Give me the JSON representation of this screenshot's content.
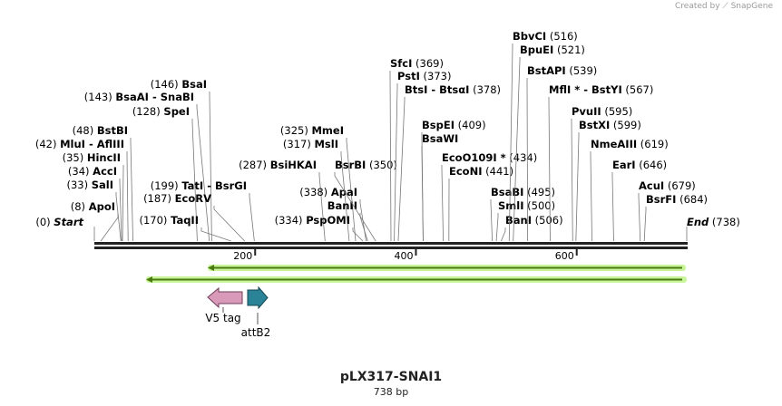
{
  "credit": {
    "prefix": "Created by",
    "brand": "SnapGene"
  },
  "plasmid": {
    "name": "pLX317-SNAI1",
    "length_label": "738 bp"
  },
  "sequence": {
    "start_label": "Start",
    "start_pos": "(0)",
    "end_label": "End",
    "end_pos": "(738)",
    "length": 738
  },
  "ticks": [
    {
      "value": 200,
      "label": "200"
    },
    {
      "value": 400,
      "label": "400"
    },
    {
      "value": 600,
      "label": "600"
    }
  ],
  "sites": [
    {
      "name": "ApoI",
      "pos": 8,
      "pos_label": "(8)"
    },
    {
      "name": "SalI",
      "pos": 33,
      "pos_label": "(33)"
    },
    {
      "name": "AccI",
      "pos": 34,
      "pos_label": "(34)"
    },
    {
      "name": "HincII",
      "pos": 35,
      "pos_label": "(35)"
    },
    {
      "name": "MluI - AflIII",
      "pos": 42,
      "pos_label": "(42)"
    },
    {
      "name": "BstBI",
      "pos": 48,
      "pos_label": "(48)"
    },
    {
      "name": "SpeI",
      "pos": 128,
      "pos_label": "(128)"
    },
    {
      "name": "BsaAI - SnaBI",
      "pos": 143,
      "pos_label": "(143)"
    },
    {
      "name": "BsaI",
      "pos": 146,
      "pos_label": "(146)"
    },
    {
      "name": "TaqII",
      "pos": 170,
      "pos_label": "(170)"
    },
    {
      "name": "EcoRV",
      "pos": 187,
      "pos_label": "(187)"
    },
    {
      "name": "TatI - BsrGI",
      "pos": 199,
      "pos_label": "(199)"
    },
    {
      "name": "BsiHKAI",
      "pos": 287,
      "pos_label": "(287)"
    },
    {
      "name": "MslI",
      "pos": 317,
      "pos_label": "(317)"
    },
    {
      "name": "MmeI",
      "pos": 325,
      "pos_label": "(325)"
    },
    {
      "name": "PspOMI",
      "pos": 334,
      "pos_label": "(334)"
    },
    {
      "name": "ApaI",
      "pos": 338,
      "pos_label": "(338)"
    },
    {
      "name": "BanII",
      "pos": 340,
      "pos_label": ""
    },
    {
      "name": "BsrBI",
      "pos": 350,
      "pos_label": "(350)"
    },
    {
      "name": "SfcI",
      "pos": 369,
      "pos_label": "(369)"
    },
    {
      "name": "PstI",
      "pos": 373,
      "pos_label": "(373)"
    },
    {
      "name": "BtsI - BtsαI",
      "pos": 378,
      "pos_label": "(378)"
    },
    {
      "name": "BspEI",
      "pos": 409,
      "pos_label": "(409)"
    },
    {
      "name": "BsaWI",
      "pos": 409,
      "pos_label": ""
    },
    {
      "name": "EcoO109I *",
      "pos": 434,
      "pos_label": "(434)"
    },
    {
      "name": "EcoNI",
      "pos": 441,
      "pos_label": "(441)"
    },
    {
      "name": "BsaBI",
      "pos": 495,
      "pos_label": "(495)"
    },
    {
      "name": "SmlI",
      "pos": 500,
      "pos_label": "(500)"
    },
    {
      "name": "BanI",
      "pos": 506,
      "pos_label": "(506)"
    },
    {
      "name": "BbvCI",
      "pos": 516,
      "pos_label": "(516)"
    },
    {
      "name": "BpuEI",
      "pos": 521,
      "pos_label": "(521)"
    },
    {
      "name": "BstAPI",
      "pos": 539,
      "pos_label": "(539)"
    },
    {
      "name": "MflI * - BstYI",
      "pos": 567,
      "pos_label": "(567)"
    },
    {
      "name": "PvuII",
      "pos": 595,
      "pos_label": "(595)"
    },
    {
      "name": "BstXI",
      "pos": 599,
      "pos_label": "(599)"
    },
    {
      "name": "NmeAIII",
      "pos": 619,
      "pos_label": "(619)"
    },
    {
      "name": "EarI",
      "pos": 646,
      "pos_label": "(646)"
    },
    {
      "name": "AcuI",
      "pos": 679,
      "pos_label": "(679)"
    },
    {
      "name": "BsrFI",
      "pos": 684,
      "pos_label": "(684)"
    }
  ],
  "features": [
    {
      "name": "V5 tag",
      "color": "#d99aba"
    },
    {
      "name": "attB2",
      "color": "#2a8396"
    }
  ],
  "orfs": {
    "color": "#4a7a10",
    "glow": "#b8ee7a"
  }
}
